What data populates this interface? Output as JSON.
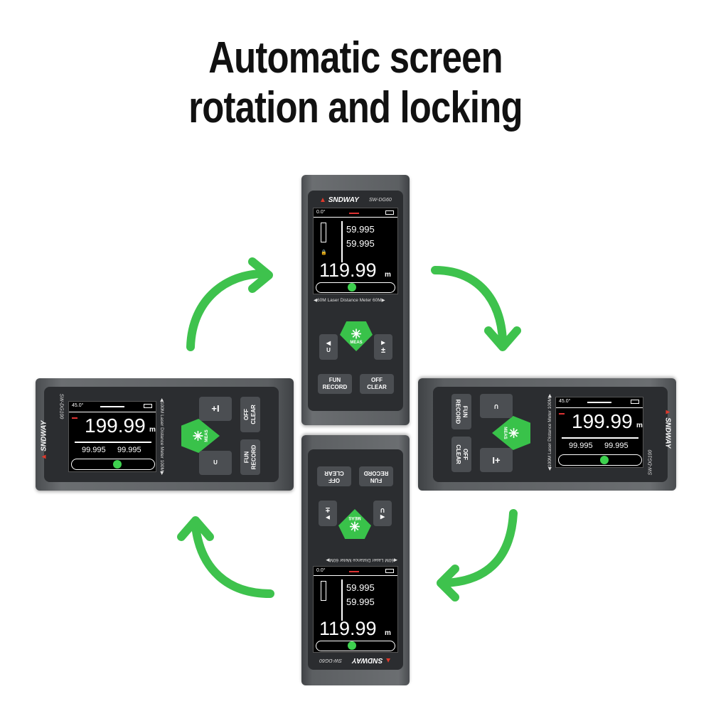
{
  "headline": {
    "line1": "Automatic screen",
    "line2": "rotation and locking"
  },
  "colors": {
    "accent": "#39c24a",
    "arrow": "#3ec24d",
    "body": "#5c5f62",
    "panel": "#2b2d30"
  },
  "portrait_device": {
    "brand": "SNDWAY",
    "model": "SW-DG60",
    "angle": "0.0°",
    "reading1": "59.995",
    "reading2": "59.995",
    "main": "119.99",
    "unit": "m",
    "range_label": "◀60M Laser Distance Meter 60M▶",
    "meas": "MEAS",
    "btn_left": "◀",
    "btn_left_sub": "U",
    "btn_right": "▶",
    "btn_pm": "±",
    "fun": "FUN",
    "record": "RECORD",
    "off": "OFF",
    "clear": "CLEAR"
  },
  "landscape_device": {
    "brand": "SNDWAY",
    "model": "SW-DG100",
    "angle": "45.0°",
    "reading1": "99.995",
    "reading2": "99.995",
    "main": "199.99",
    "unit": "m",
    "range_label": "◀100M Laser Distance Meter 100M▶",
    "meas": "MEAS",
    "btn_plus": "+I",
    "btn_sub": "U",
    "fun": "FUN",
    "record": "RECORD",
    "off": "OFF",
    "clear": "CLEAR"
  }
}
